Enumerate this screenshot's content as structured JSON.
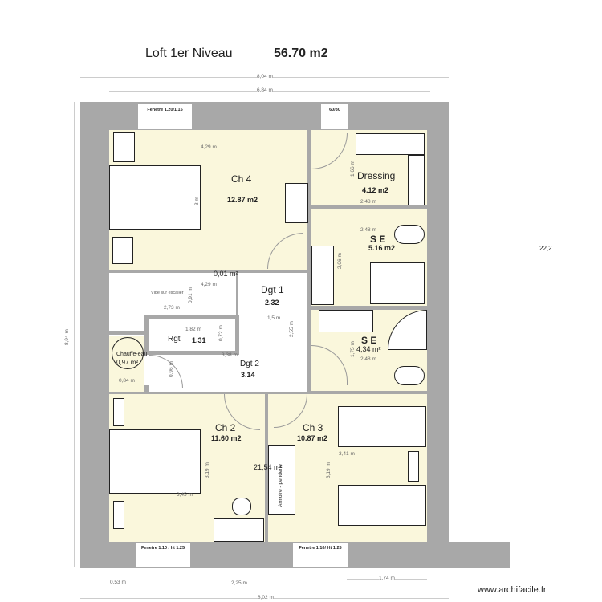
{
  "header": {
    "title": "Loft 1er Niveau",
    "total_area": "56.70 m2"
  },
  "dimensions": {
    "top_overall": "8,04 m",
    "top_inner": "6,84 m",
    "left_height": "8,94 m",
    "right_note": "22,2",
    "bottom_overall": "8,02 m",
    "bottom_left": "0,53 m",
    "bottom_mid": "2,25 m",
    "bottom_right": "1,74 m"
  },
  "windows": {
    "top_left": "Fenetre 1.20/1.15",
    "top_right": "60/30",
    "bottom_left": "Fenetre 1.10 / ht 1.25",
    "bottom_right": "Fenetre 1.10/ Ht 1.25"
  },
  "rooms": {
    "ch4": {
      "name": "Ch 4",
      "area": "12.87 m2",
      "dim_w": "4,29 m",
      "dim_h": "3 m"
    },
    "dressing": {
      "name": "Dressing",
      "area": "4.12 m2",
      "dim_w": "2,48 m",
      "dim_h": "1,66 m"
    },
    "se1": {
      "name": "S E",
      "area": "5.16 m2",
      "dim_w": "2,48 m",
      "dim_h": "2,06 m"
    },
    "se2": {
      "name": "S E",
      "area": "4,34 m²",
      "dim_w": "2,48 m",
      "dim_h": "1,75 m"
    },
    "vide": {
      "name": "Vide sur escalier",
      "area": "0,01 m²",
      "dim_w": "4,29 m",
      "dim_w2": "2,73 m",
      "dim_h": "0,91 m"
    },
    "dgt1": {
      "name": "Dgt 1",
      "area": "2.32",
      "dim_w": "1,5 m",
      "dim_h": "2,55 m"
    },
    "rgt": {
      "name": "Rgt",
      "area": "1.31",
      "dim_w": "1,82 m",
      "dim_h": "0,72 m"
    },
    "chauffe": {
      "name": "Chauffe-eau",
      "area": "0,97 m²",
      "dim_w": "0,84 m"
    },
    "dgt2": {
      "name": "Dgt  2",
      "area": "3.14",
      "dim_w": "3,38 m",
      "dim_h": "0,96 m"
    },
    "ch2": {
      "name": "Ch 2",
      "area": "11.60 m2",
      "dim_w": "3,45 m",
      "dim_h": "3,19 m"
    },
    "ch3": {
      "name": "Ch 3",
      "area": "10.87 m2",
      "dim_w": "3,41 m",
      "dim_h": "3,19 m"
    },
    "combined_area": "21,54 m²"
  },
  "furniture": {
    "wardrobe": "Armoire - penderie"
  },
  "watermark": "www.archifacile.fr"
}
